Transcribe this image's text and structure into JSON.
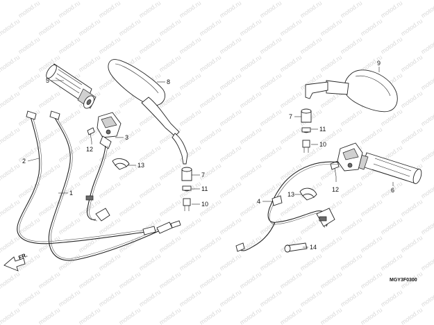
{
  "watermark": "motod.ru",
  "diagram_code": "MGY3F0300",
  "direction_label": "FR.",
  "callouts": [
    "1",
    "2",
    "3",
    "4",
    "5",
    "6",
    "7",
    "8",
    "9",
    "10",
    "11",
    "12",
    "13",
    "14"
  ],
  "callouts_right": [
    "4",
    "6",
    "7",
    "9",
    "10",
    "11",
    "12",
    "13",
    "14"
  ],
  "callouts_left": [
    "1",
    "2",
    "3",
    "5",
    "7",
    "8",
    "10",
    "11",
    "12",
    "13"
  ]
}
